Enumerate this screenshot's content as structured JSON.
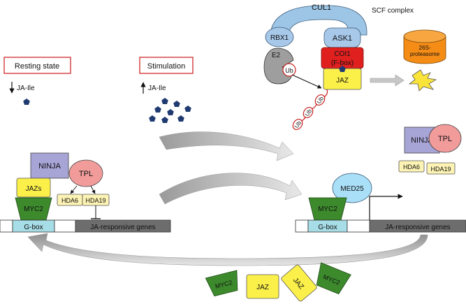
{
  "labels": {
    "resting_state": "Resting state",
    "stimulation": "Stimulation",
    "ja_ile_down": "JA-Ile",
    "ja_ile_up": "JA-Ile",
    "cul1": "CUL1",
    "scf_complex": "SCF complex",
    "rbx1": "RBX1",
    "ask1": "ASK1",
    "e2": "E2",
    "coi1_line1": "COI1",
    "coi1_line2": "(F-box)",
    "jaz": "JAZ",
    "ub": "Ub",
    "proteasome_line1": "26S-",
    "proteasome_line2": "proteasome",
    "ninja": "NINJA",
    "tpl": "TPL",
    "jazs": "JAZs",
    "myc2": "MYC2",
    "hda6": "HDA6",
    "hda19": "HDA19",
    "gbox": "G-box",
    "ja_genes": "JA-responsive genes",
    "med25": "MED25"
  },
  "colors": {
    "red_box": "#d33a3a",
    "cul1": "#9dc6e6",
    "complex_blue": "#a8c8ea",
    "e2_gray": "#9e9e9e",
    "coi1_red": "#e0201f",
    "jaz_yellow": "#fbf04a",
    "ninja_purple": "#a7a4d6",
    "tpl_pink": "#f19b9b",
    "hda_yellow": "#fdf3b4",
    "myc2_green": "#3d8a2d",
    "gbox_cyan": "#a7dde6",
    "dna_gray": "#6d6d6d",
    "pentagon_navy": "#1f3a70",
    "proteasome_orange": "#f58c16",
    "proteasome_yellow": "#fbe43a",
    "arrow_gray": "#c7c7c7"
  }
}
